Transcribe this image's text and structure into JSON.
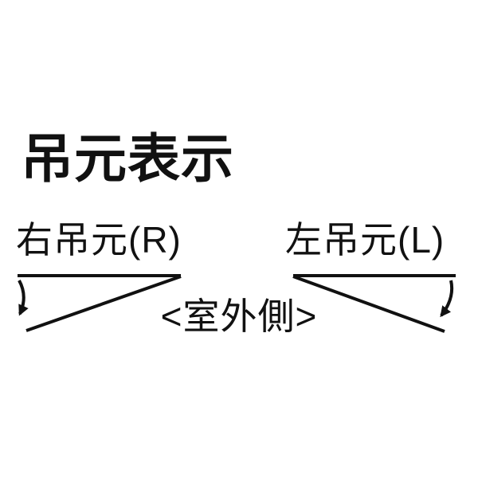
{
  "page": {
    "background_color": "#ffffff",
    "ink_color": "#111111"
  },
  "title": "吊元表示",
  "diagram": {
    "left_unit": {
      "label": "右吊元(R)",
      "arrow_icon": "curved-swing-down-arrow"
    },
    "right_unit": {
      "label": "左吊元(L)",
      "arrow_icon": "curved-swing-down-arrow"
    },
    "center_label": "<室外側>"
  }
}
